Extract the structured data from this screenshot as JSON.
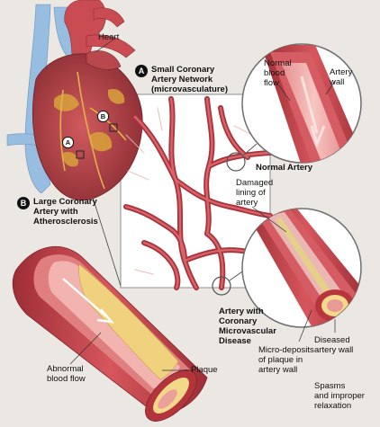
{
  "labels": {
    "heart": "Heart",
    "section_a_letter": "A",
    "section_a_title": "Small Coronary\nArtery Network\n(microvasculature)",
    "section_b_letter": "B",
    "section_b_title": "Large Coronary\nArtery with\nAtherosclerosis",
    "normal_blood_flow": "Normal\nblood\nflow",
    "artery_wall": "Artery\nwall",
    "normal_artery": "Normal Artery",
    "damaged_lining": "Damaged\nlining of\nartery",
    "microvascular_disease": "Artery with\nCoronary\nMicrovascular\nDisease",
    "micro_deposits": "Micro-deposits\nof plaque in\nartery wall",
    "diseased_wall": "Diseased\nartery wall",
    "spasms": "Spasms\nand improper\nrelaxation",
    "abnormal_flow": "Abnormal\nblood flow",
    "plaque": "Plaque",
    "heart_marker_a": "A",
    "heart_marker_b": "B"
  },
  "colors": {
    "background": "#ebe7e3",
    "artery_outer": "#c2434b",
    "artery_inner": "#e07a7e",
    "lumen": "#f1aaa8",
    "plaque": "#f3d88a",
    "vein_blue": "#8fb6d9",
    "heart_red": "#b8474b"
  }
}
